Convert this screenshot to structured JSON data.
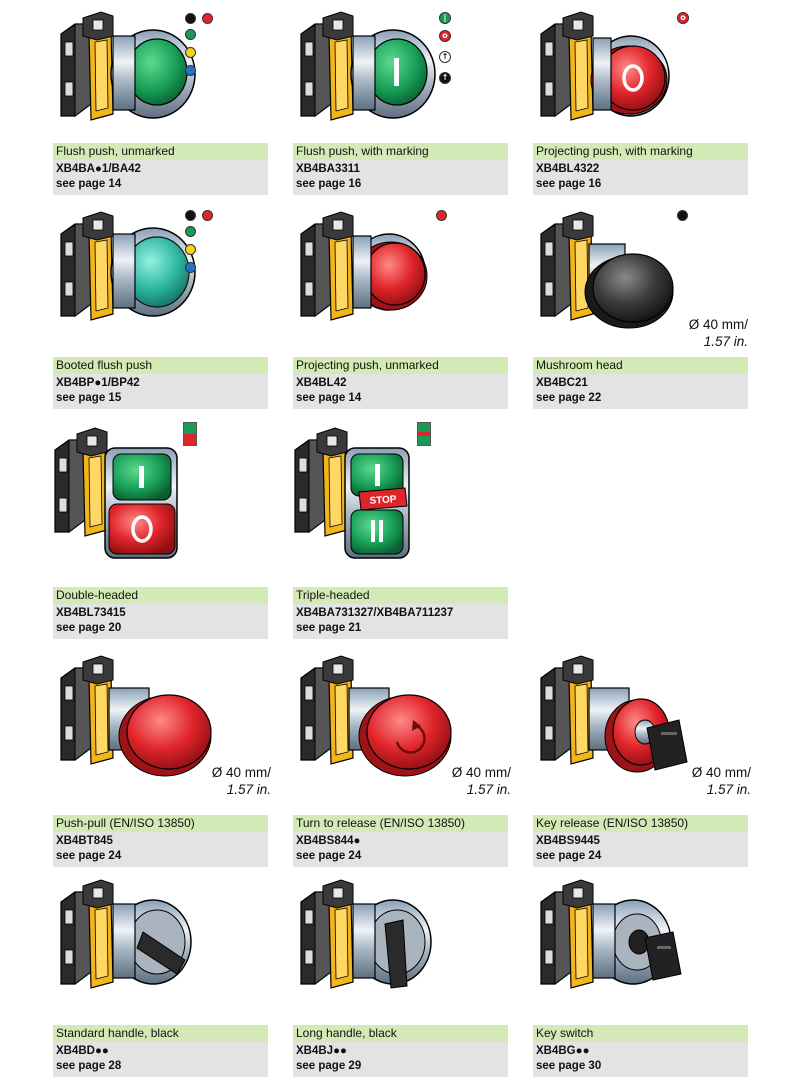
{
  "items": [
    {
      "title": "Flush push, unmarked",
      "ref": "XB4BA●1/BA42",
      "page": "see page 14",
      "icon": "flush-push-green-icon"
    },
    {
      "title": "Flush push, with marking",
      "ref": "XB4BA3311",
      "page": "see page 16",
      "icon": "flush-push-marked-icon"
    },
    {
      "title": "Projecting push, with marking",
      "ref": "XB4BL4322",
      "page": "see page 16",
      "icon": "projecting-push-marked-icon"
    },
    {
      "title": "Booted flush push",
      "ref": "XB4BP●1/BP42",
      "page": "see page 15",
      "icon": "booted-flush-push-icon"
    },
    {
      "title": "Projecting push, unmarked",
      "ref": "XB4BL42",
      "page": "see page 14",
      "icon": "projecting-push-red-icon"
    },
    {
      "title": "Mushroom head",
      "ref": "XB4BC21",
      "page": "see page 22",
      "icon": "mushroom-head-black-icon",
      "dim1": "Ø 40 mm/",
      "dim2": "1.57 in."
    },
    {
      "title": "Double-headed",
      "ref": "XB4BL73415",
      "page": "see page 20",
      "icon": "double-headed-icon"
    },
    {
      "title": "Triple-headed",
      "ref": "XB4BA731327/XB4BA711237",
      "page": "see page 21",
      "icon": "triple-headed-icon",
      "stop": "STOP"
    },
    {
      "title": "Push-pull (EN/ISO 13850)",
      "ref": "XB4BT845",
      "page": "see page 24",
      "icon": "push-pull-emergency-icon",
      "dim1": "Ø 40 mm/",
      "dim2": "1.57 in."
    },
    {
      "title": "Turn to release (EN/ISO 13850)",
      "ref": "XB4BS844●",
      "page": "see page 24",
      "icon": "turn-release-emergency-icon",
      "dim1": "Ø 40 mm/",
      "dim2": "1.57 in."
    },
    {
      "title": "Key release (EN/ISO 13850)",
      "ref": "XB4BS9445",
      "page": "see page 24",
      "icon": "key-release-emergency-icon",
      "dim1": "Ø 40 mm/",
      "dim2": "1.57 in."
    },
    {
      "title": "Standard handle, black",
      "ref": "XB4BD●●",
      "page": "see page 28",
      "icon": "standard-handle-icon"
    },
    {
      "title": "Long handle, black",
      "ref": "XB4BJ●●",
      "page": "see page 29",
      "icon": "long-handle-icon"
    },
    {
      "title": "Key switch",
      "ref": "XB4BG●●",
      "page": "see page 30",
      "icon": "key-switch-icon"
    }
  ],
  "colors": {
    "caption_title_bg": "#d4eab6",
    "caption_ref_bg": "#e3e3e3",
    "green": "#1a9a55",
    "red": "#e0252a",
    "yellow": "#f3d21a",
    "blue": "#1f73c9",
    "black": "#111111",
    "bracket_yellow": "#f2b51a"
  }
}
